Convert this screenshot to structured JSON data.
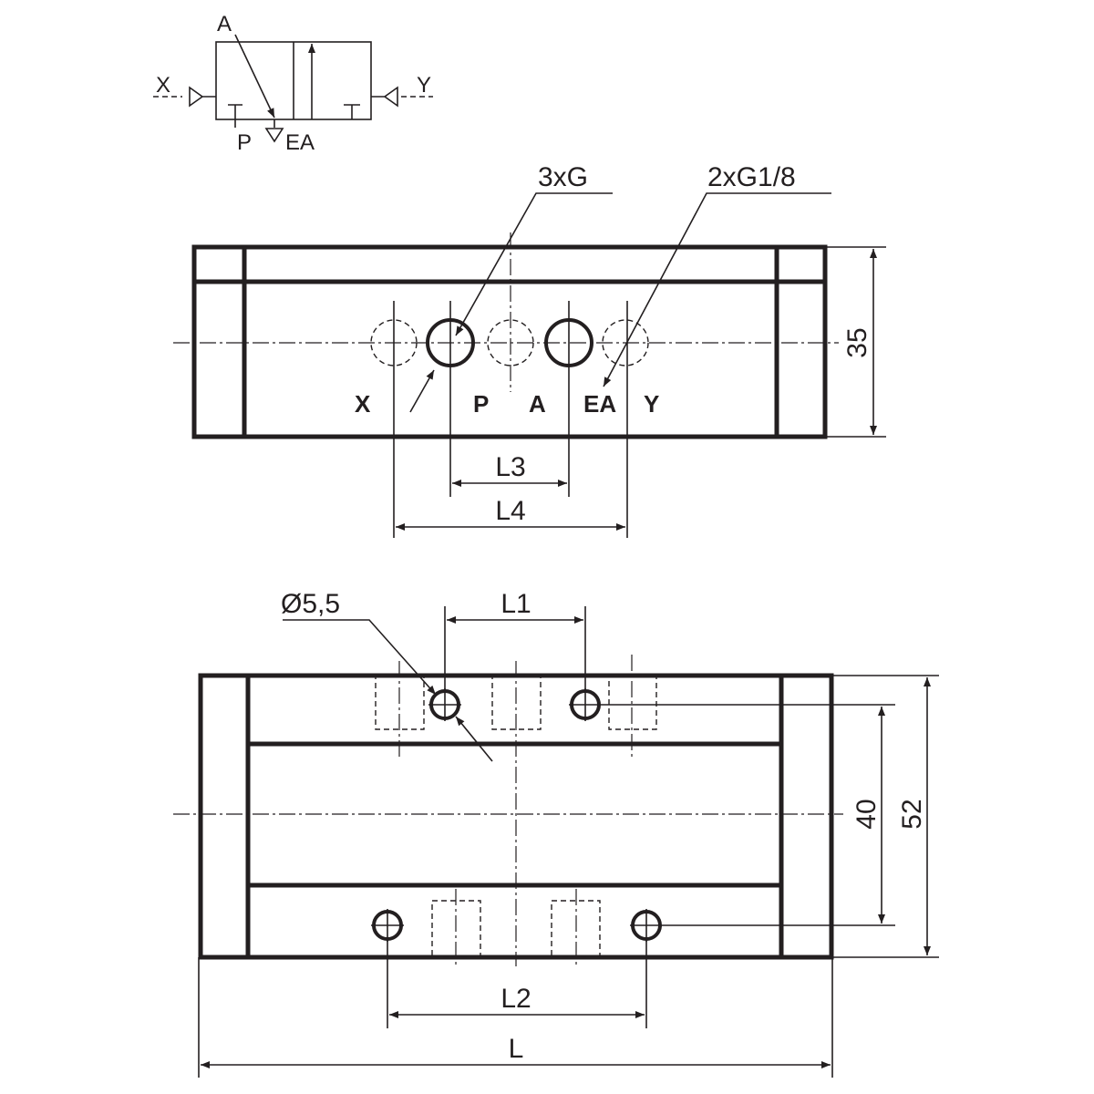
{
  "symbol": {
    "port_a": "A",
    "port_x": "X",
    "port_y": "Y",
    "port_p": "P",
    "port_ea": "EA"
  },
  "top_view": {
    "callout_ports": "3xG",
    "callout_pilot": "2xG1/8",
    "port_labels": [
      "X",
      "P",
      "A",
      "EA",
      "Y"
    ],
    "dim_height": "35",
    "dim_l3": "L3",
    "dim_l4": "L4"
  },
  "bottom_view": {
    "callout_hole": "Ø5,5",
    "dim_l1": "L1",
    "dim_l2": "L2",
    "dim_l": "L",
    "dim_40": "40",
    "dim_52": "52"
  }
}
